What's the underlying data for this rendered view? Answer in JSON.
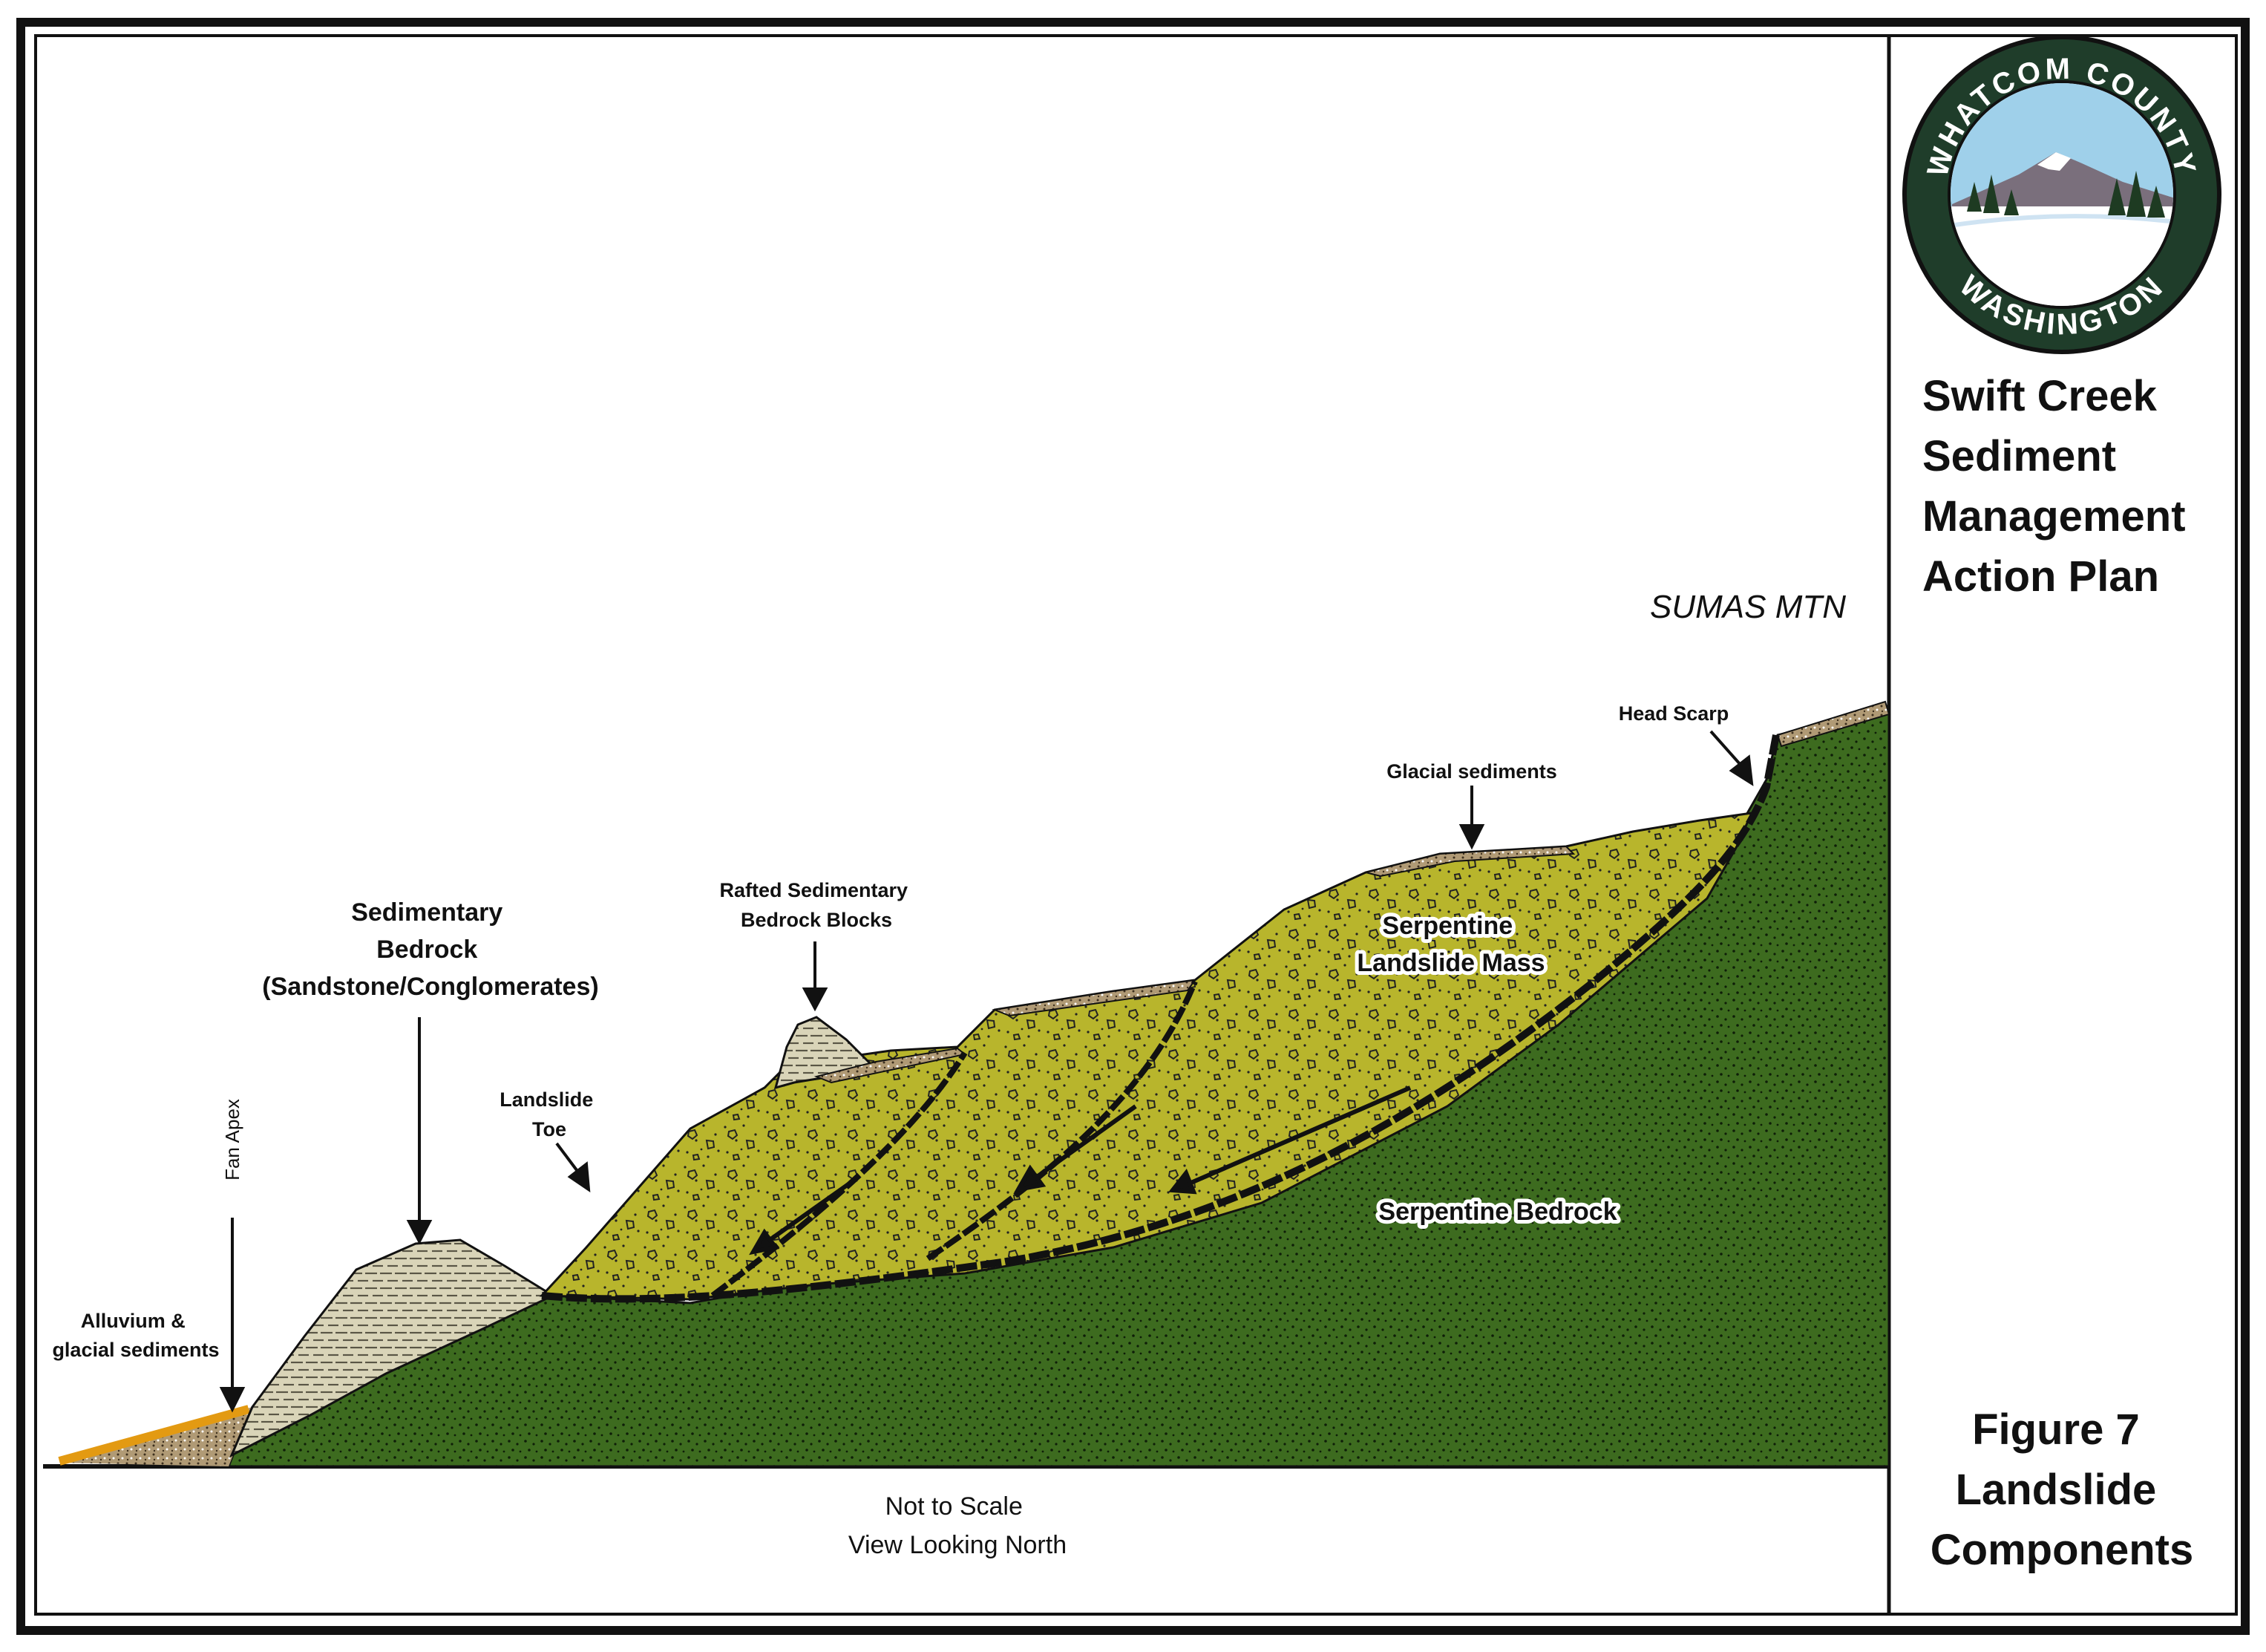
{
  "sidebar": {
    "logo": {
      "top_text": "WHATCOM COUNTY",
      "bottom_text": "WASHINGTON",
      "colors": {
        "ring": "#1f3d2a",
        "sky": "#9fd0ea",
        "snow": "#ffffff",
        "mountain": "#7a6f7c",
        "trees": "#1e3b22"
      }
    },
    "title_lines": [
      "Swift Creek",
      "Sediment",
      "Management",
      "Action Plan"
    ],
    "figure_lines": [
      "Figure 7",
      "Landslide",
      "Components"
    ]
  },
  "diagram": {
    "location_label": "SUMAS MTN",
    "labels": {
      "sedimentary_bedrock": [
        "Sedimentary",
        "Bedrock",
        "(Sandstone/Conglomerates)"
      ],
      "rafted_blocks": [
        "Rafted Sedimentary",
        "Bedrock Blocks"
      ],
      "landslide_toe": [
        "Landslide",
        "Toe"
      ],
      "fan_apex": "Fan Apex",
      "alluvium": [
        "Alluvium &",
        "glacial sediments"
      ],
      "glacial_sediments": "Glacial sediments",
      "head_scarp": "Head Scarp",
      "landslide_mass": [
        "Serpentine",
        "Landslide Mass"
      ],
      "serpentine_bedrock": "Serpentine Bedrock"
    },
    "footer_lines": [
      "Not to Scale",
      "View Looking North"
    ],
    "colors": {
      "bedrock": "#3d6b1f",
      "landslide_mass": "#b8b52c",
      "sedimentary": "#d9d4b8",
      "glacial": "#b09a75",
      "alluvium": "#e39a12",
      "border": "#111111"
    }
  }
}
